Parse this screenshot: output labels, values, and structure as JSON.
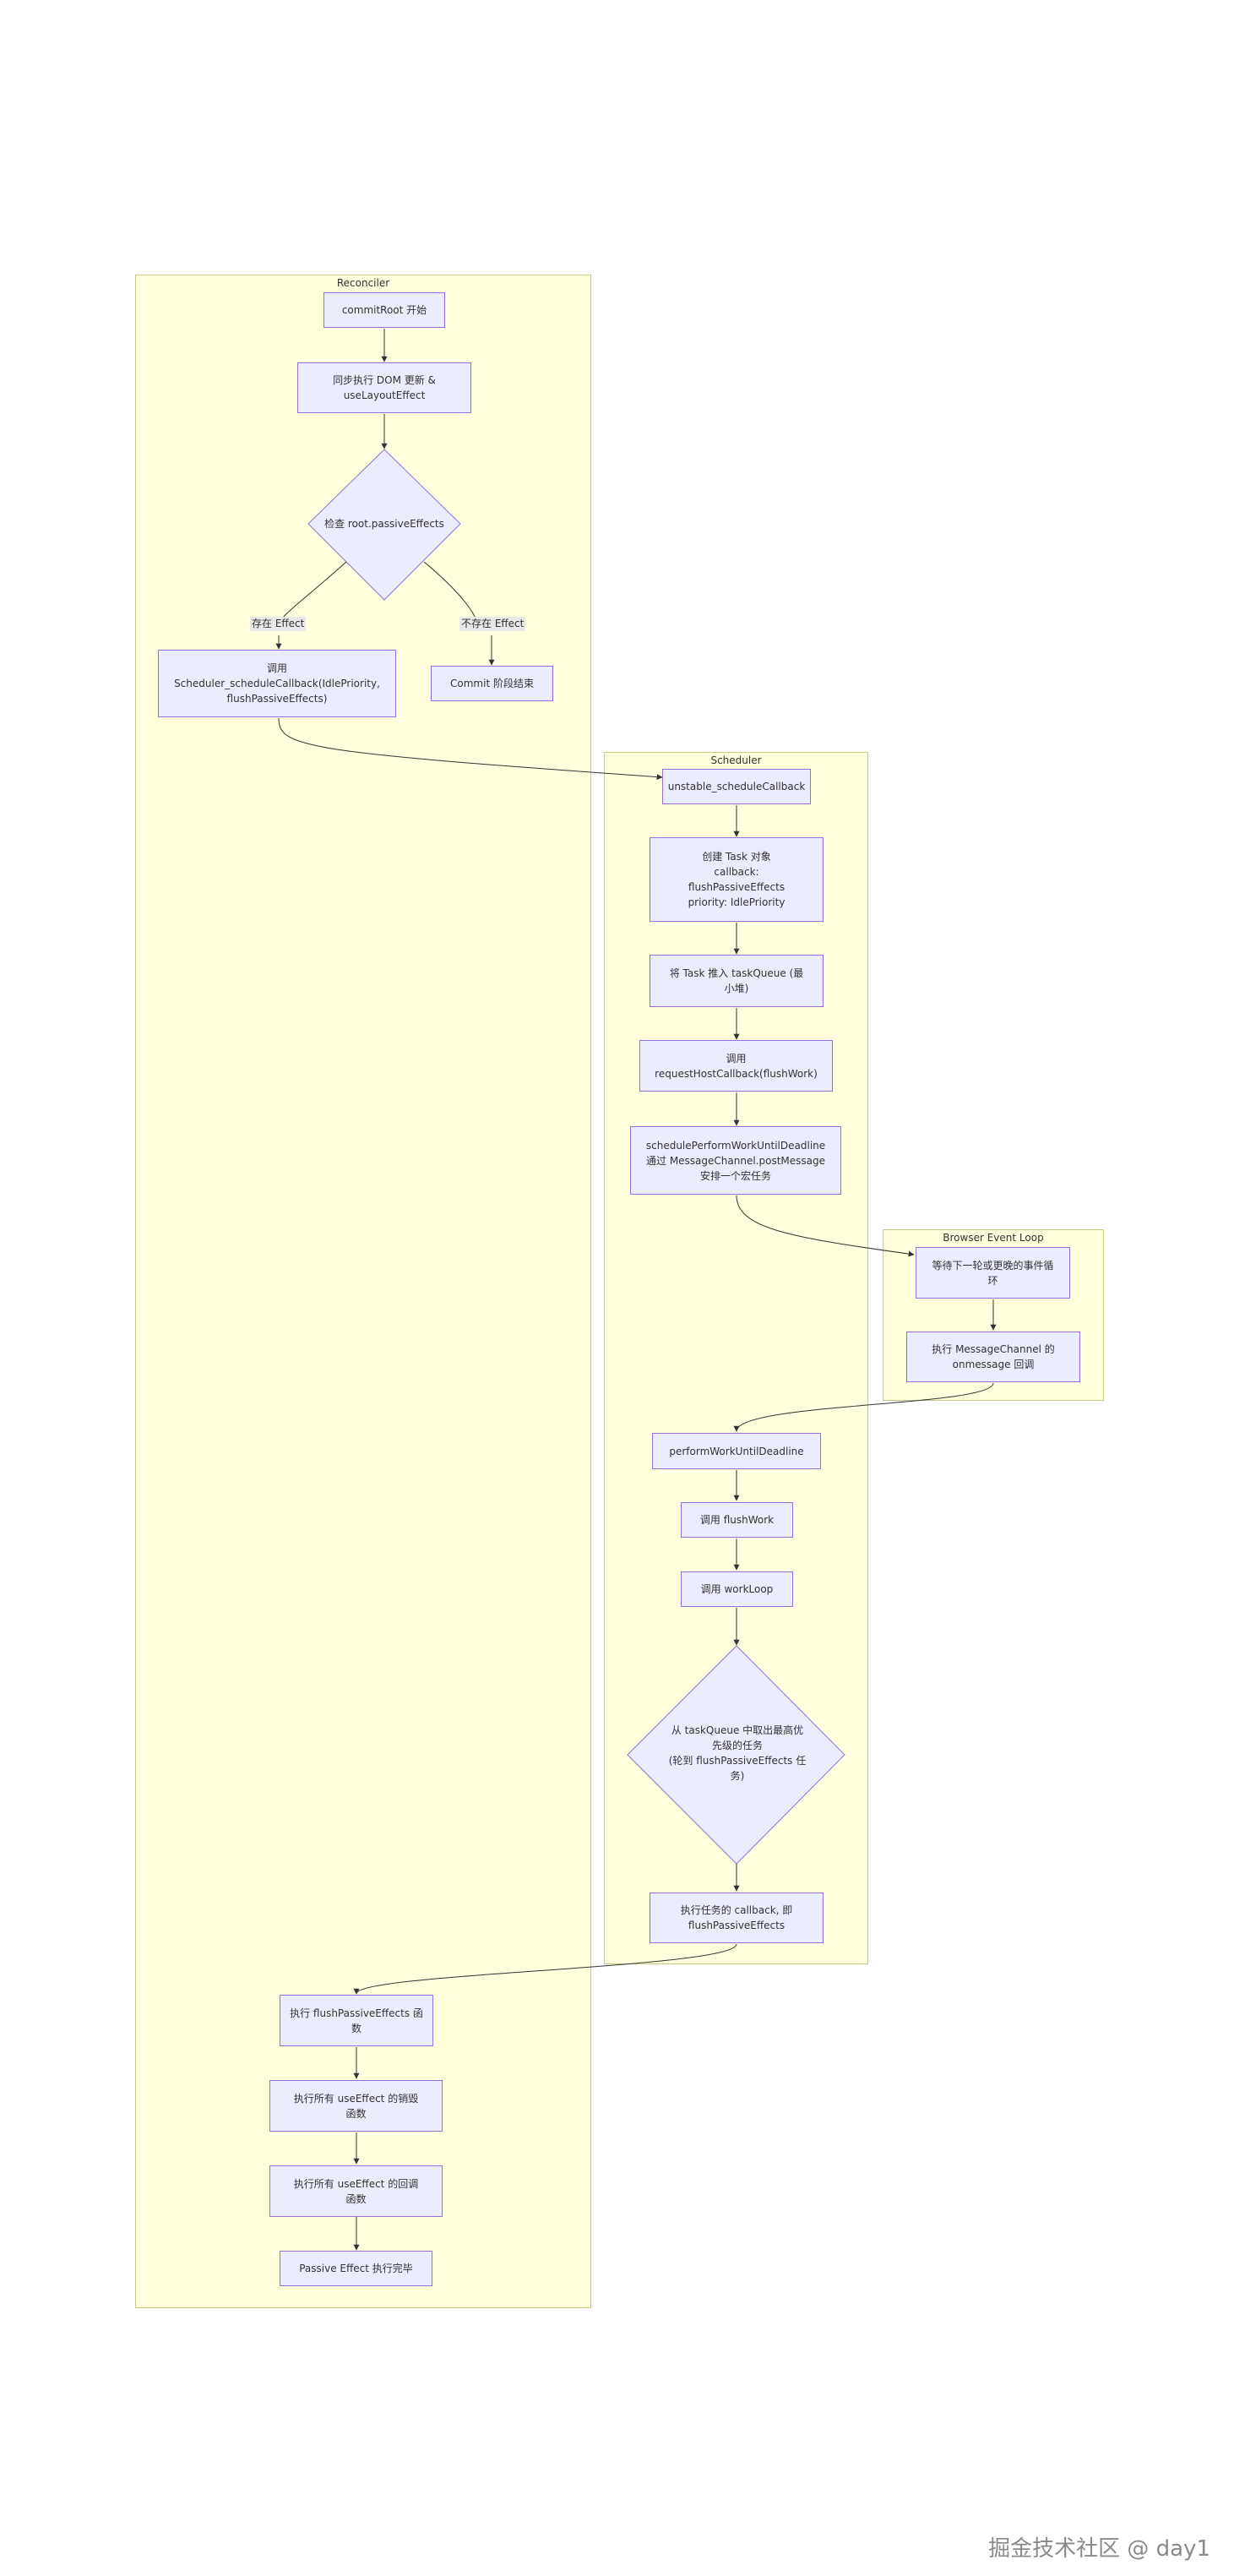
{
  "clusters": {
    "reconciler": "Reconciler",
    "scheduler": "Scheduler",
    "browser": "Browser Event Loop"
  },
  "nodes": {
    "commit_root": "commitRoot 开始",
    "sync_dom": "同步执行 DOM 更新 &\nuseLayoutEffect",
    "check_passive": "检查 root.passiveEffects",
    "schedule_callback": "调用\nScheduler_scheduleCallback(IdlePriority,\nflushPassiveEffects)",
    "commit_end": "Commit 阶段结束",
    "unstable_schedule": "unstable_scheduleCallback",
    "create_task": "创建 Task 对象\ncallback:\nflushPassiveEffects\npriority: IdlePriority",
    "push_task": "将 Task 推入 taskQueue (最\n小堆)",
    "request_host": "调用\nrequestHostCallback(flushWork)",
    "schedule_perform": "schedulePerformWorkUntilDeadline\n通过 MessageChannel.postMessage\n安排一个宏任务",
    "wait_loop": "等待下一轮或更晚的事件循\n环",
    "exec_onmessage": "执行 MessageChannel 的\nonmessage 回调",
    "perform_work": "performWorkUntilDeadline",
    "call_flushwork": "调用 flushWork",
    "call_workloop": "调用 workLoop",
    "take_task": "从 taskQueue 中取出最高优\n先级的任务\n(轮到 flushPassiveEffects 任\n务)",
    "exec_callback": "执行任务的 callback, 即\nflushPassiveEffects",
    "exec_flush": "执行 flushPassiveEffects 函\n数",
    "exec_destroy": "执行所有 useEffect 的销毁\n函数",
    "exec_create": "执行所有 useEffect 的回调\n函数",
    "passive_done": "Passive Effect 执行完毕"
  },
  "edge_labels": {
    "has_effect": "存在 Effect",
    "no_effect": "不存在 Effect"
  },
  "watermark": "掘金技术社区 @ day1"
}
